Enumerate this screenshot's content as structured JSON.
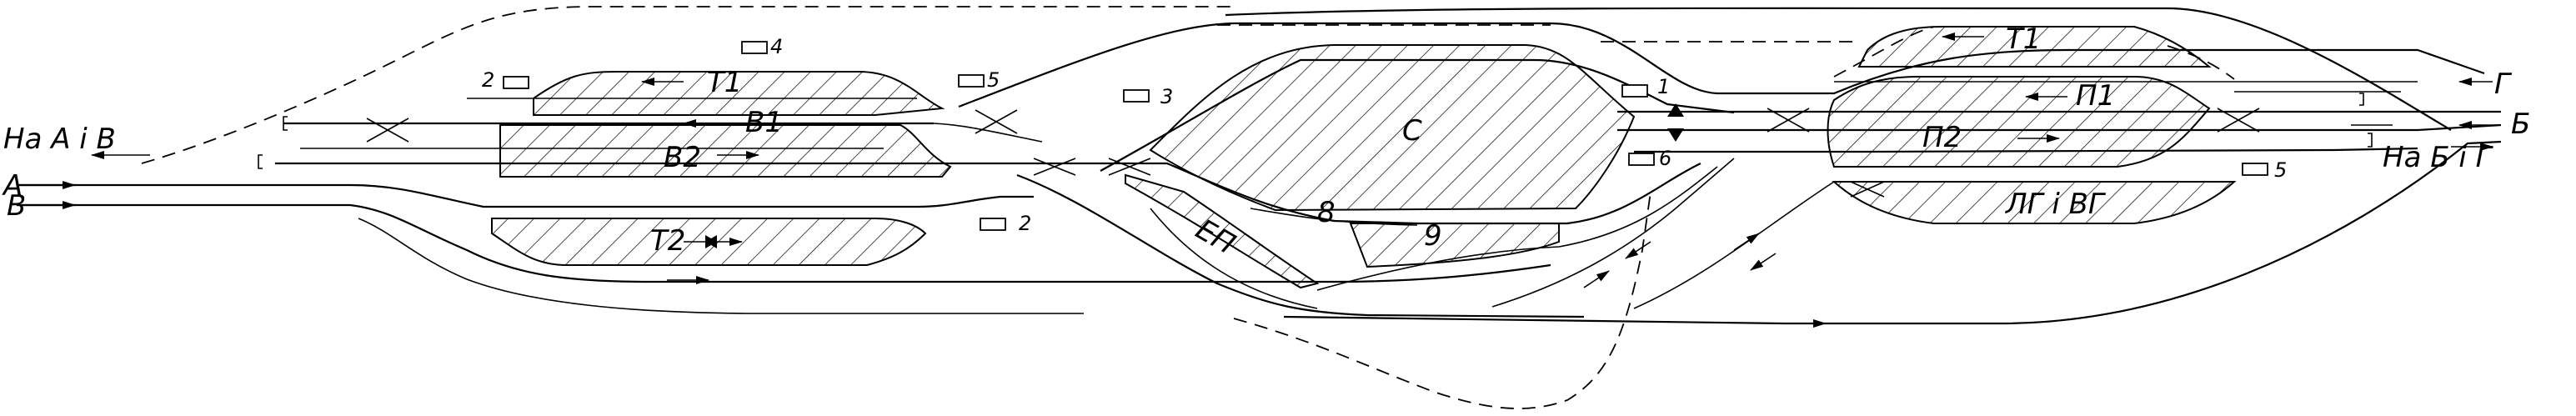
{
  "diagram": {
    "direction_labels": {
      "to_a_and_v": "На А і В",
      "in_a": "А",
      "in_v": "В",
      "in_g": "Г",
      "in_b": "Б",
      "to_b_and_g": "На Б і Г"
    },
    "parks": {
      "t1_left": "Т1",
      "v1": "В1",
      "v2": "В2",
      "t2": "Т2",
      "s": "С",
      "ep": "ЕП",
      "track8": "8",
      "track9": "9",
      "t1_right": "Т1",
      "p1": "П1",
      "p2": "П2",
      "lg_vg": "ЛГ і ВГ"
    },
    "posts": [
      "2",
      "4",
      "5",
      "3",
      "2",
      "1",
      "6",
      "5"
    ]
  }
}
